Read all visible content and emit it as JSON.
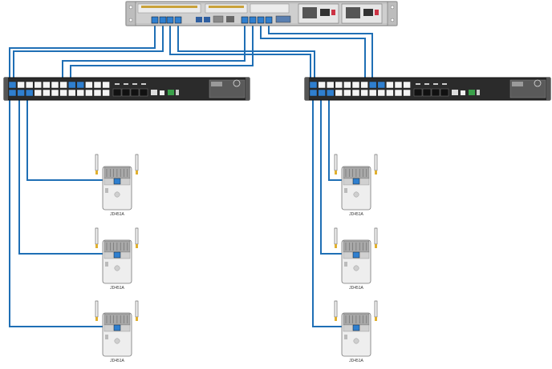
{
  "access_points": [
    {
      "model": "JD451A"
    },
    {
      "model": "JD451A"
    },
    {
      "model": "JD451A"
    },
    {
      "model": "JD451A"
    },
    {
      "model": "JD451A"
    },
    {
      "model": "JD451A"
    }
  ],
  "colors": {
    "cable": "#1f6fb5",
    "port_active": "#2f7fcf",
    "switch_body": "#2b2b2b",
    "server_body": "#d9d9d9",
    "ap_body": "#eeeeee",
    "antenna": "#e0b030"
  },
  "icons": {
    "switch_logo": "hp-logo-icon",
    "ap_logo": "hp-logo-icon"
  }
}
